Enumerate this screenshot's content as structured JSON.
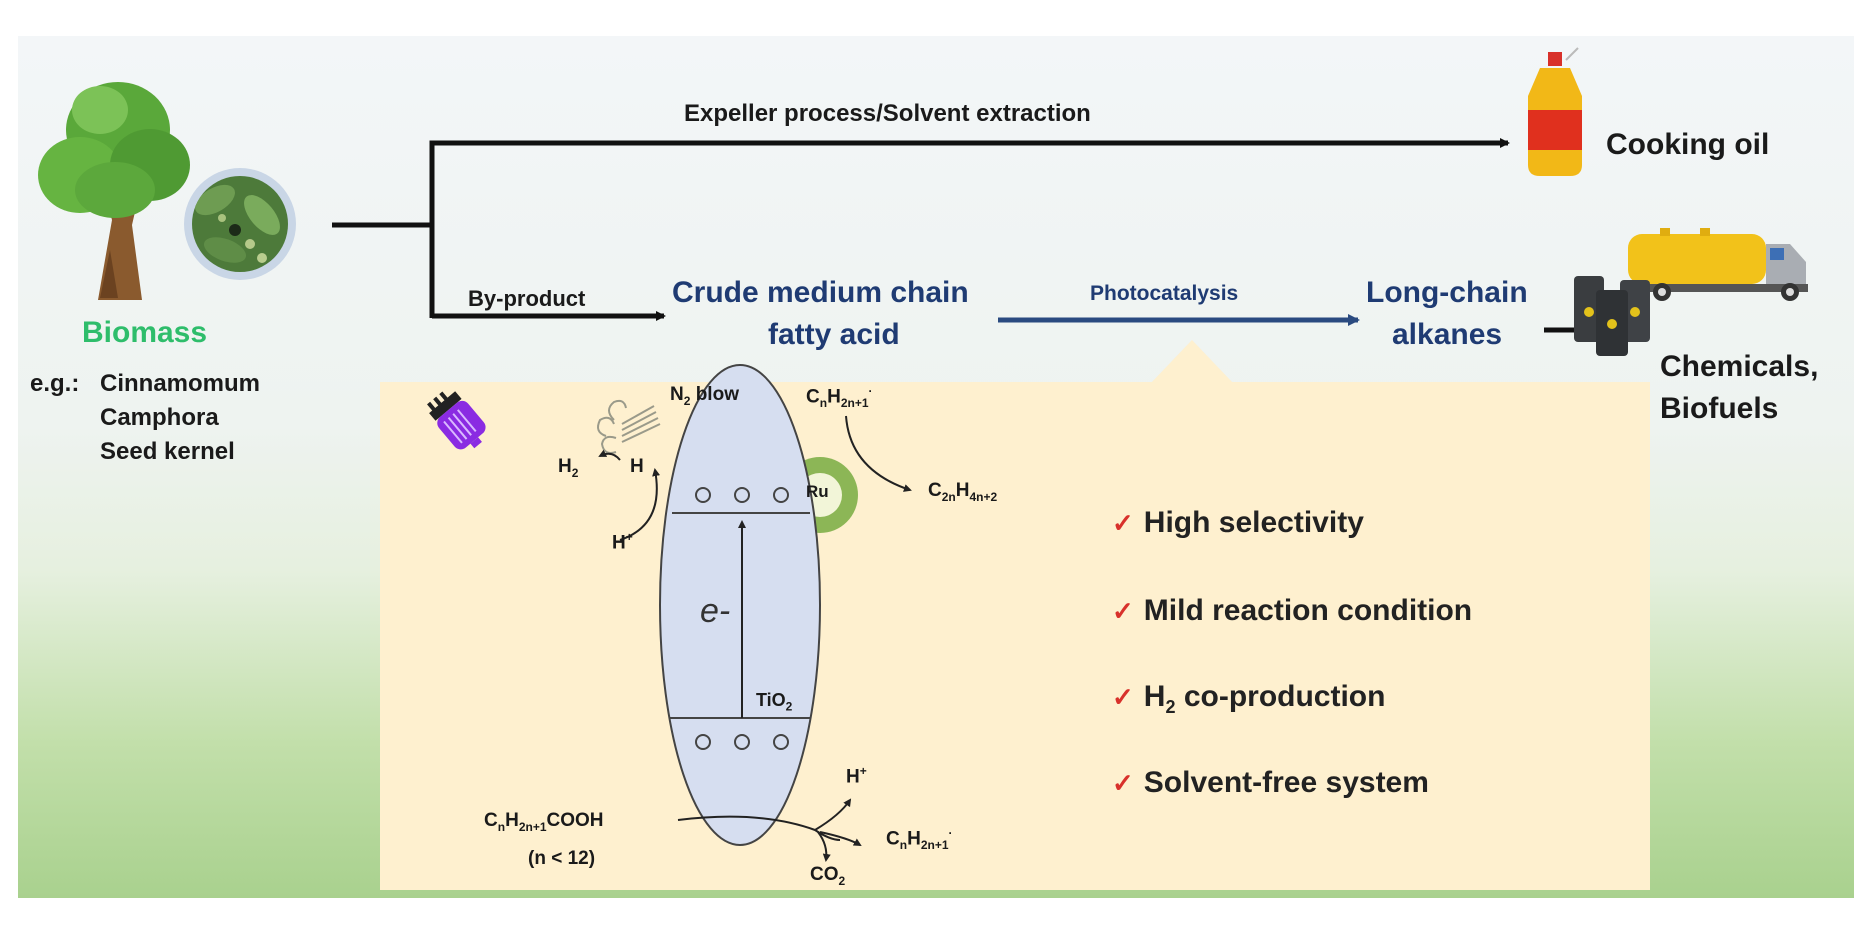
{
  "biomass": {
    "title": "Biomass",
    "example_prefix": "e.g.:",
    "example_lines": [
      "Cinnamomum",
      "Camphora",
      "Seed kernel"
    ],
    "icons": [
      "tree-icon",
      "camphor-seeds-photo"
    ]
  },
  "routes": {
    "top_label": "Expeller process/Solvent extraction",
    "bottom_label": "By-product",
    "photocatalysis_label": "Photocatalysis"
  },
  "products": {
    "cooking_oil": "Cooking oil",
    "crude_fa_line1": "Crude medium chain",
    "crude_fa_line2": "fatty acid",
    "alkanes_line1": "Long-chain",
    "alkanes_line2": "alkanes",
    "chemicals_line1": "Chemicals,",
    "chemicals_line2": "Biofuels"
  },
  "mechanism": {
    "n2_blow": "N",
    "n2_sub": "2",
    "n2_tail": " blow",
    "h2": "H",
    "h2_sub": "2",
    "h_atom": "H",
    "h_plus_top": "H",
    "h_plus_bottom": "H",
    "plus": "+",
    "radical_top_c": "C",
    "radical_top_n": "n",
    "radical_top_h": "H",
    "radical_top_sub": "2n+1",
    "radical_dot": "·",
    "dimer_c": "C",
    "dimer_csub": "2n",
    "dimer_h": "H",
    "dimer_hsub": "4n+2",
    "ru": "Ru",
    "electron": "e-",
    "catalyst": "TiO",
    "catalyst_sub": "2",
    "acid_c": "C",
    "acid_n": "n",
    "acid_h": "H",
    "acid_sub": "2n+1",
    "acid_tail": "COOH",
    "acid_condition": "(n < 12)",
    "co2": "CO",
    "co2_sub": "2",
    "radical_bottom_c": "C",
    "radical_bottom_n": "n",
    "radical_bottom_h": "H",
    "radical_bottom_sub": "2n+1"
  },
  "benefits": [
    {
      "check": "✓",
      "text": "High selectivity"
    },
    {
      "check": "✓",
      "text": "Mild reaction condition"
    },
    {
      "check": "✓",
      "pre": "H",
      "sub": "2",
      "text": " co-production"
    },
    {
      "check": "✓",
      "text": "Solvent-free system"
    }
  ],
  "colors": {
    "navy_text": "#1f3b73",
    "biomass_green": "#2ebd6b",
    "check_red": "#d8312b",
    "mech_background": "#fef0cf",
    "catalyst_fill": "#d6def0",
    "uv_lamp": "#8a2be2",
    "ru_shell": "#8cb656"
  }
}
